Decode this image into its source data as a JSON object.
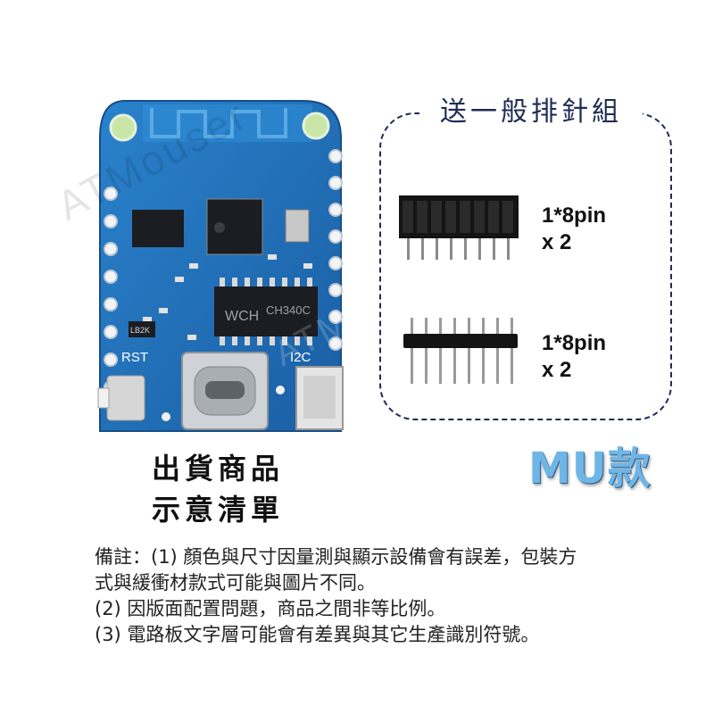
{
  "board": {
    "silk_rst": "RST",
    "silk_i2c": "I2C",
    "silk_lb2k": "LB2K",
    "chip_label": "CH340C",
    "chip_logo": "WCH"
  },
  "kit": {
    "title": "送一般排針組",
    "items": [
      {
        "line1": "1*8pin",
        "line2": "x 2",
        "kind": "female-header"
      },
      {
        "line1": "1*8pin",
        "line2": "x 2",
        "kind": "male-header"
      }
    ]
  },
  "caption": {
    "line1": "出貨商品",
    "line2": "示意清單"
  },
  "model": {
    "label": "MU款",
    "color": "#6fb6e6"
  },
  "notes": [
    "備註：(1) 顏色與尺寸因量測與顯示設備會有誤差，包裝方",
    "式與緩衝材款式可能與圖片不同。",
    "(2) 因版面配置問題，商品之間非等比例。",
    "(3) 電路板文字層可能會有差異與其它生產識別符號。"
  ],
  "watermark": "ATMouser",
  "colors": {
    "pcb": "#1f6fb8",
    "pcb_edge": "#164f8a",
    "pad": "#e8e8e8",
    "box_border": "#1e2c55"
  }
}
